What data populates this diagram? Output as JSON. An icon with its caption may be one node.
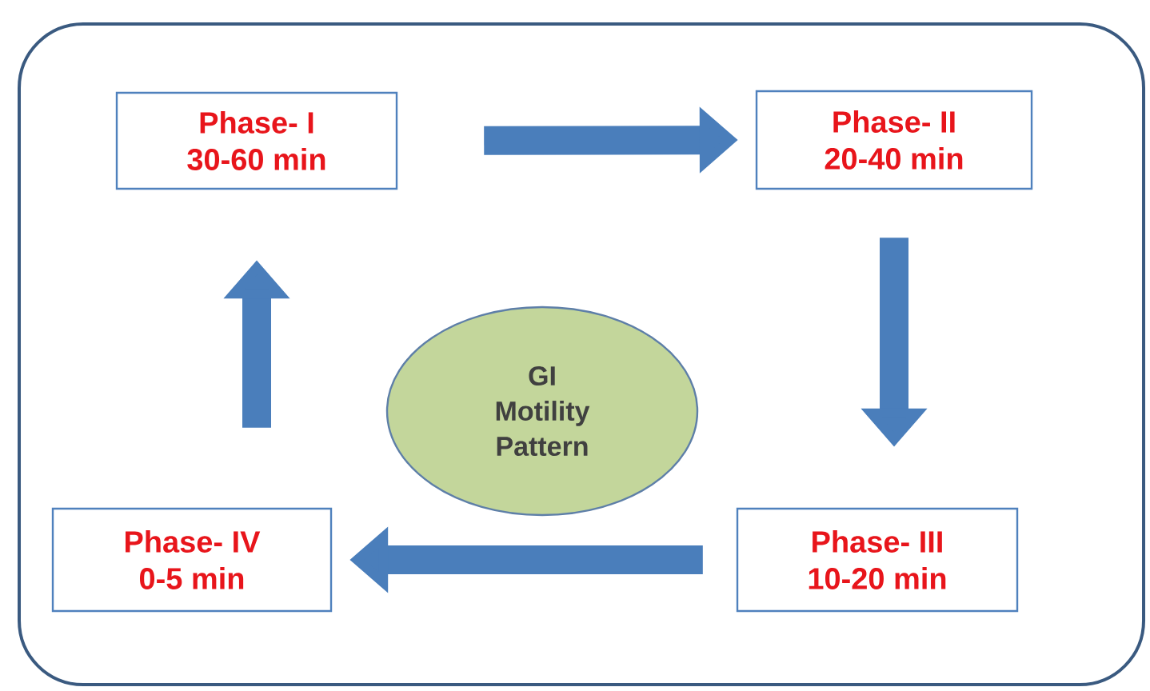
{
  "diagram": {
    "nodes": [
      {
        "text": [
          "Phase- I",
          "30-60 min"
        ]
      },
      {
        "text": [
          "Phase- II",
          "20-40 min"
        ]
      },
      {
        "text": [
          "GI Motility Pattern"
        ]
      },
      {
        "text": [
          "Phase- III",
          "10-20 min"
        ]
      },
      {
        "text": [
          "Phase- IV",
          "0-5 min"
        ]
      }
    ],
    "edges": [
      {
        "from": 0,
        "to": 1,
        "arrow": "to"
      },
      {
        "from": 1,
        "to": 3,
        "arrow": "to"
      },
      {
        "from": 3,
        "to": 4,
        "arrow": "to"
      },
      {
        "from": 4,
        "to": 0,
        "arrow": "to"
      }
    ]
  }
}
